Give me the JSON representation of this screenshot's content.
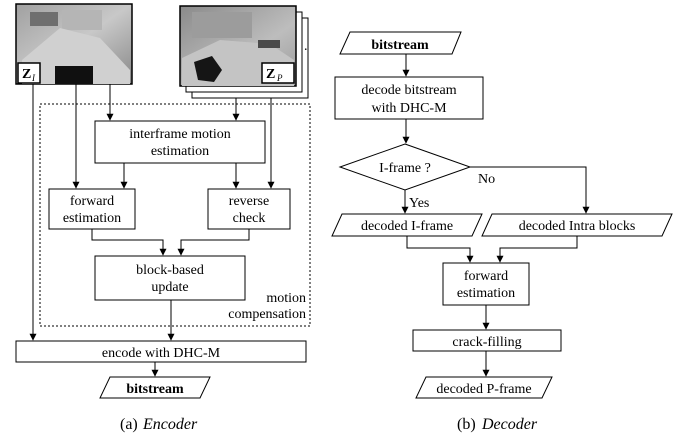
{
  "encoder": {
    "thumb_left_label_main": "Z",
    "thumb_left_label_sub": "I",
    "thumb_right_label_main": "Z",
    "thumb_right_label_sub": "P",
    "stack_dots": ".",
    "motion_estimation": [
      "interframe motion",
      "estimation"
    ],
    "forward_estimation": [
      "forward",
      "estimation"
    ],
    "reverse_check": [
      "reverse",
      "check"
    ],
    "block_update": [
      "block-based",
      "update"
    ],
    "motion_compensation": [
      "motion",
      "compensation"
    ],
    "encode": "encode with DHC-M",
    "bitstream": "bitstream"
  },
  "decoder": {
    "bitstream": "bitstream",
    "decode": [
      "decode bitstream",
      "with DHC-M"
    ],
    "iframe_question": "I-frame ?",
    "yes": "Yes",
    "no": "No",
    "decoded_iframe": "decoded I-frame",
    "decoded_intra": "decoded Intra blocks",
    "forward_estimation": [
      "forward",
      "estimation"
    ],
    "crack_filling": "crack-filling",
    "decoded_pframe": "decoded P-frame"
  },
  "captions": {
    "a_prefix": "(a)",
    "a_title": "Encoder",
    "b_prefix": "(b)",
    "b_title": "Decoder"
  }
}
